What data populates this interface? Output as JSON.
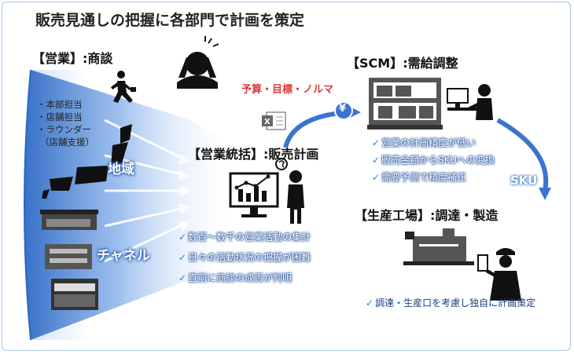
{
  "title": "販売見通しの把握に各部門で計画を策定",
  "sales": {
    "heading": "【営業】:商談",
    "roles": [
      "・本部担当",
      "・店舗担当",
      "・ラウンダー",
      "（店舗支援）"
    ],
    "region_label": "地域",
    "channel_label": "チャネル"
  },
  "sales_lead": {
    "heading": "【営業統括】:販売計画",
    "points": [
      "数百～数千の営業活動の集計",
      "日々の活動状況の把握が困難",
      "直前に商談の成否が判明"
    ]
  },
  "targets_label": "予算・目標・ノルマ",
  "yen_symbol": "¥",
  "scm": {
    "heading": "【SCM】:需給調整",
    "points": [
      "営業の計画精度が低い",
      "販売金額からSKUへの変換",
      "需要予測で精度補正"
    ]
  },
  "sku_label": "SKU",
  "factory": {
    "heading": "【生産工場】:調達・製造",
    "points": [
      "調達・生産口を考慮し独自に計画策定"
    ]
  },
  "colors": {
    "accent": "#2a7fe0",
    "wedge": "#3f7fd4",
    "red": "#e0383c"
  },
  "icons": [
    "worried-person-icon",
    "running-salesman-icon",
    "map-icon",
    "building-icon",
    "presentation-chart-icon",
    "thinking-person-icon",
    "excel-icon",
    "warehouse-shelf-icon",
    "computer-operator-icon",
    "factory-icon",
    "factory-worker-icon"
  ]
}
